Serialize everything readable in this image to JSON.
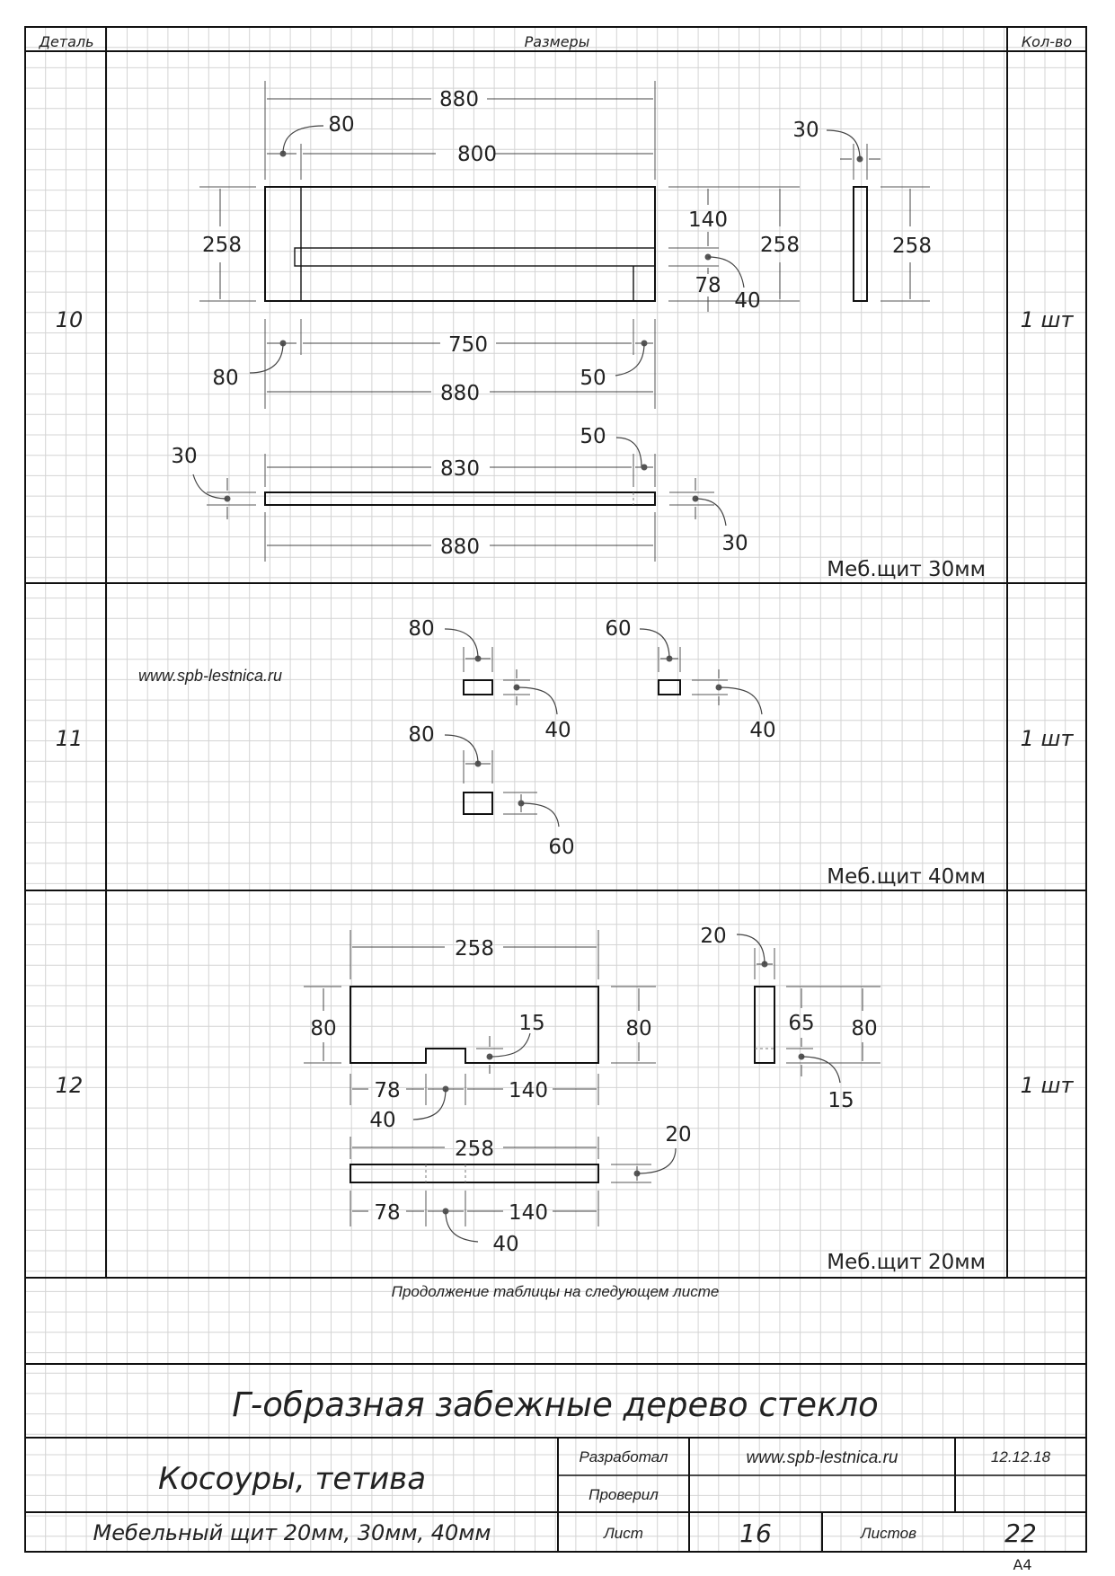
{
  "header": {
    "col_part": "Деталь",
    "col_dims": "Размеры",
    "col_qty": "Кол-во"
  },
  "rows": [
    {
      "num": "10",
      "qty": "1 шт",
      "material": "Меб.щит 30мм",
      "dims": [
        "880",
        "80",
        "800",
        "30",
        "258",
        "140",
        "258",
        "258",
        "78",
        "40",
        "750",
        "80",
        "50",
        "880",
        "50",
        "30",
        "830",
        "30",
        "880"
      ]
    },
    {
      "num": "11",
      "qty": "1 шт",
      "material": "Меб.щит 40мм",
      "dims": [
        "80",
        "40",
        "60",
        "40",
        "80",
        "60"
      ]
    },
    {
      "num": "12",
      "qty": "1 шт",
      "material": "Меб.щит 20мм",
      "dims": [
        "258",
        "20",
        "80",
        "15",
        "80",
        "65",
        "80",
        "15",
        "78",
        "140",
        "40",
        "258",
        "20",
        "78",
        "140",
        "40"
      ]
    }
  ],
  "watermark_url": "www.spb-lestnica.ru",
  "continuation": "Продолжение таблицы на следующем листе",
  "title_block": {
    "main_title": "Г-образная забежные дерево стекло",
    "subtitle": "Косоуры, тетива",
    "material_line": "Мебельный щит 20мм, 30мм, 40мм",
    "developed_label": "Разработал",
    "developer": "www.spb-lestnica.ru",
    "date": "12.12.18",
    "checked_label": "Проверил",
    "sheet_label": "Лист",
    "sheet": "16",
    "sheets_label": "Листов",
    "sheets_total": "22",
    "format": "А4"
  }
}
